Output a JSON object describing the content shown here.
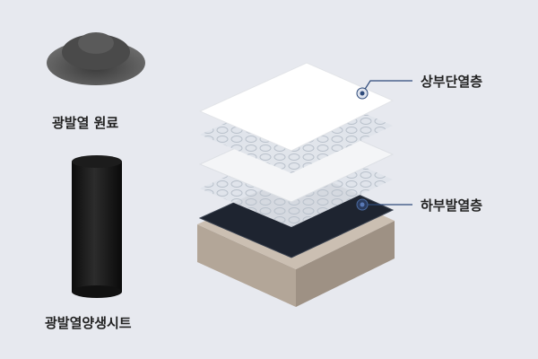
{
  "labels": {
    "raw_material": "광발열 원료",
    "curing_sheet": "광발열양생시트",
    "upper_layer": "상부단열층",
    "lower_layer": "하부발열층"
  },
  "colors": {
    "background": "#e7e9ef",
    "callout": "#2e4a7a",
    "heating_layer": "#1e2430",
    "concrete": "#cbbfb2"
  }
}
